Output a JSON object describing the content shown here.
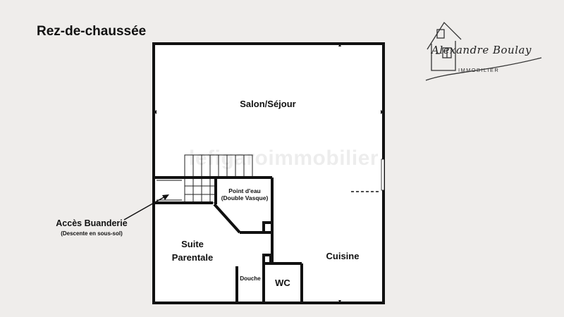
{
  "title": "Rez-de-chaussée",
  "rooms": {
    "salon": "Salon/Séjour",
    "point_eau_line1": "Point d'eau",
    "point_eau_line2": "(Double Vasque)",
    "suite_line1": "Suite",
    "suite_line2": "Parentale",
    "cuisine": "Cuisine",
    "douche": "Douche",
    "wc": "WC"
  },
  "annotation": {
    "main": "Accès Buanderie",
    "sub": "(Descente en sous-sol)"
  },
  "logo": {
    "name": "Alexandre Boulay",
    "subtitle": "IMMOBILIER"
  },
  "watermark": "lefigaroimmobilier",
  "colors": {
    "background": "#efedeb",
    "wall": "#111111",
    "floor": "#ffffff"
  }
}
